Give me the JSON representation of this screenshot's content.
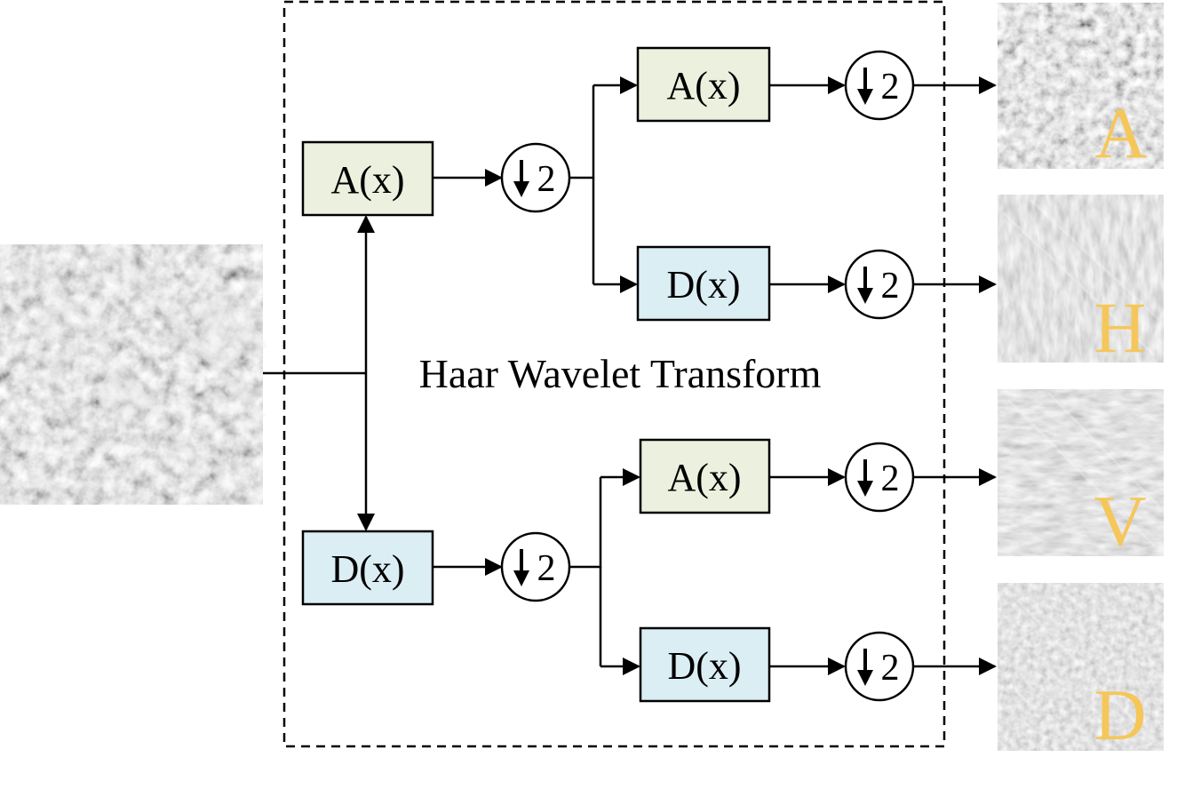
{
  "title": "Haar Wavelet Transform",
  "filters": {
    "approx_label": "A(x)",
    "detail_label": "D(x)"
  },
  "downsample": {
    "label": "2",
    "icon": "down-arrow-icon"
  },
  "outputs": [
    {
      "band": "A"
    },
    {
      "band": "H"
    },
    {
      "band": "V"
    },
    {
      "band": "D"
    }
  ],
  "colors": {
    "approx_fill": "#ebf1de",
    "detail_fill": "#dbeef4",
    "band_label": "#f5c75b",
    "line": "#000000"
  }
}
